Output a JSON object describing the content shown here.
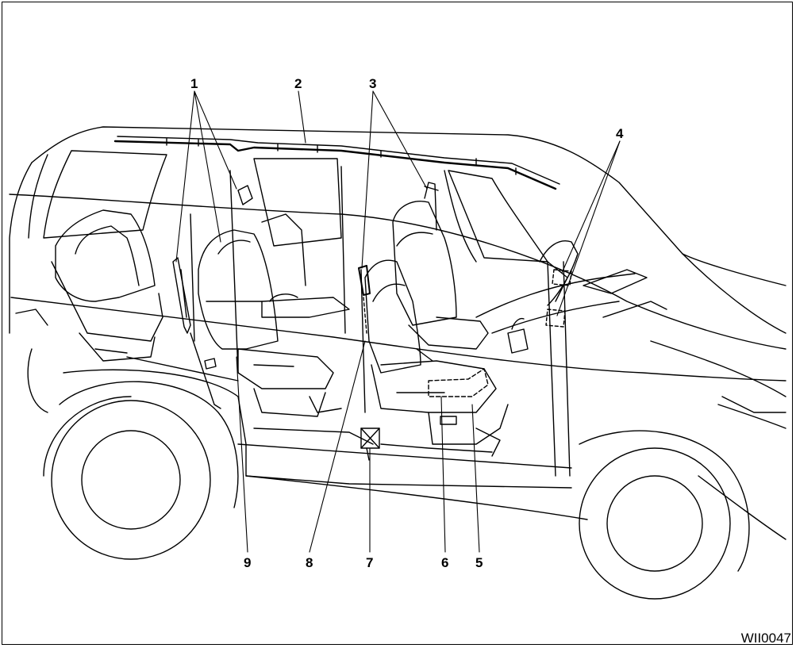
{
  "figure": {
    "code": "WII0047",
    "callouts": [
      "1",
      "2",
      "3",
      "4",
      "5",
      "6",
      "7",
      "8",
      "9"
    ]
  }
}
